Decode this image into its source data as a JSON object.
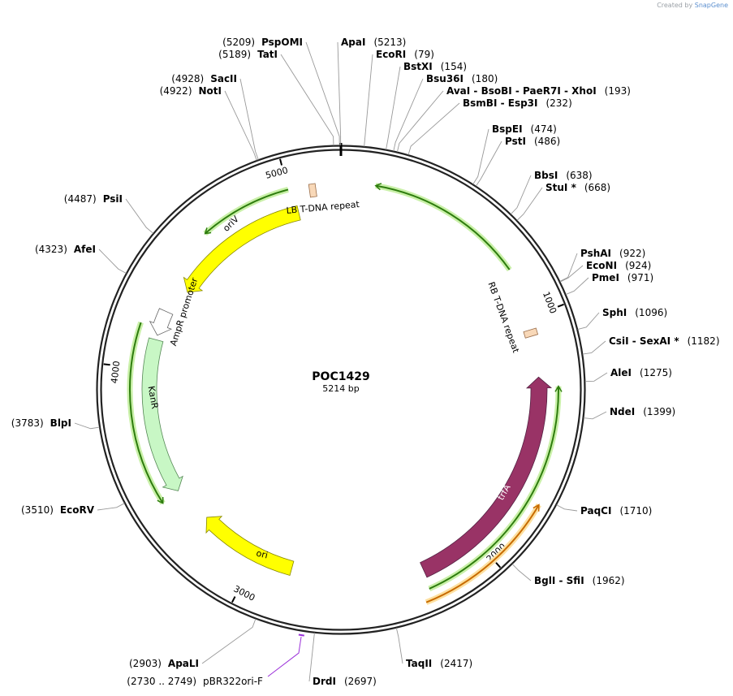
{
  "brand": {
    "prefix": "Created by",
    "name": "SnapGene"
  },
  "plasmid": {
    "name": "POC1429",
    "size_label": "5214 bp",
    "length": 5214
  },
  "ticks": [
    {
      "value": 1000,
      "label": "1000"
    },
    {
      "value": 2000,
      "label": "2000"
    },
    {
      "value": 3000,
      "label": "3000"
    },
    {
      "value": 4000,
      "label": "4000"
    },
    {
      "value": 5000,
      "label": "5000"
    }
  ],
  "sites": [
    {
      "id": "apai",
      "enzymes": "ApaI",
      "pos": "(5213)",
      "bp": 5213,
      "left": false
    },
    {
      "id": "ecori",
      "enzymes": "EcoRI",
      "pos": "(79)",
      "bp": 79,
      "left": false
    },
    {
      "id": "bstxi",
      "enzymes": "BstXI",
      "pos": "(154)",
      "bp": 154,
      "left": false
    },
    {
      "id": "bsu36i",
      "enzymes": "Bsu36I",
      "pos": "(180)",
      "bp": 180,
      "left": false
    },
    {
      "id": "avai",
      "enzymes": "AvaI  - BsoBI  - PaeR7I  - XhoI",
      "pos": "(193)",
      "bp": 193,
      "left": false
    },
    {
      "id": "bsmbi",
      "enzymes": "BsmBI  - Esp3I",
      "pos": "(232)",
      "bp": 232,
      "left": false
    },
    {
      "id": "bspei",
      "enzymes": "BspEI",
      "pos": "(474)",
      "bp": 474,
      "left": false
    },
    {
      "id": "psti",
      "enzymes": "PstI",
      "pos": "(486)",
      "bp": 486,
      "left": false
    },
    {
      "id": "bbsi",
      "enzymes": "BbsI",
      "pos": "(638)",
      "bp": 638,
      "left": false
    },
    {
      "id": "stui",
      "enzymes": "StuI *",
      "pos": "(668)",
      "bp": 668,
      "left": false
    },
    {
      "id": "pshai",
      "enzymes": "PshAI",
      "pos": "(922)",
      "bp": 922,
      "left": false
    },
    {
      "id": "econi",
      "enzymes": "EcoNI",
      "pos": "(924)",
      "bp": 924,
      "left": false
    },
    {
      "id": "pmei",
      "enzymes": "PmeI",
      "pos": "(971)",
      "bp": 971,
      "left": false
    },
    {
      "id": "sphi",
      "enzymes": "SphI",
      "pos": "(1096)",
      "bp": 1096,
      "left": false
    },
    {
      "id": "csii",
      "enzymes": "CsiI  - SexAI *",
      "pos": "(1182)",
      "bp": 1182,
      "left": false
    },
    {
      "id": "alei",
      "enzymes": "AleI",
      "pos": "(1275)",
      "bp": 1275,
      "left": false
    },
    {
      "id": "ndei",
      "enzymes": "NdeI",
      "pos": "(1399)",
      "bp": 1399,
      "left": false
    },
    {
      "id": "paqci",
      "enzymes": "PaqCI",
      "pos": "(1710)",
      "bp": 1710,
      "left": false
    },
    {
      "id": "bgli",
      "enzymes": "BglI  - SfiI",
      "pos": "(1962)",
      "bp": 1962,
      "left": false
    },
    {
      "id": "taqii",
      "enzymes": "TaqII",
      "pos": "(2417)",
      "bp": 2417,
      "left": false
    },
    {
      "id": "drdi",
      "enzymes": "DrdI",
      "pos": "(2697)",
      "bp": 2697,
      "left": false
    },
    {
      "id": "apali",
      "enzymes": "ApaLI",
      "pos": "(2903)",
      "bp": 2903,
      "left": true
    },
    {
      "id": "ecorv",
      "enzymes": "EcoRV",
      "pos": "(3510)",
      "bp": 3510,
      "left": true
    },
    {
      "id": "blpi",
      "enzymes": "BlpI",
      "pos": "(3783)",
      "bp": 3783,
      "left": true
    },
    {
      "id": "afei",
      "enzymes": "AfeI",
      "pos": "(4323)",
      "bp": 4323,
      "left": true
    },
    {
      "id": "psii",
      "enzymes": "PsiI",
      "pos": "(4487)",
      "bp": 4487,
      "left": true
    },
    {
      "id": "noti",
      "enzymes": "NotI",
      "pos": "(4922)",
      "bp": 4922,
      "left": true
    },
    {
      "id": "sacii",
      "enzymes": "SacII",
      "pos": "(4928)",
      "bp": 4928,
      "left": true
    },
    {
      "id": "tati",
      "enzymes": "TatI",
      "pos": "(5189)",
      "bp": 5189,
      "left": true
    },
    {
      "id": "pspomi",
      "enzymes": "PspOMI",
      "pos": "(5209)",
      "bp": 5209,
      "left": true
    }
  ],
  "primer": {
    "label": "pBR322ori-F",
    "range": "(2730 .. 2749)",
    "start": 2730,
    "end": 2749,
    "color": "#9b30d9"
  },
  "features": [
    {
      "id": "orii",
      "label": "oriV",
      "start": 4380,
      "end": 5020,
      "dir": -1,
      "color": "#ffff00",
      "stroke": "#888800"
    },
    {
      "id": "ampr",
      "label": "AmpR promoter",
      "start": 4150,
      "end": 4260,
      "dir": -1,
      "color": "#ffffff",
      "stroke": "#666666"
    },
    {
      "id": "kanr",
      "label": "KanR",
      "start": 3450,
      "end": 4130,
      "dir": -1,
      "color": "#c8f7c5",
      "stroke": "#558855"
    },
    {
      "id": "ori",
      "label": "ori",
      "start": 2830,
      "end": 3280,
      "dir": 1,
      "color": "#ffff00",
      "stroke": "#888800"
    },
    {
      "id": "trfa",
      "label": "trfA",
      "start": 1250,
      "end": 2250,
      "dir": -1,
      "color": "#993366",
      "stroke": "#552244"
    },
    {
      "id": "lb",
      "label": "LB T-DNA repeat",
      "start": 5085,
      "end": 5110,
      "color": "#f8d8b8"
    },
    {
      "id": "rb",
      "label": "RB T-DNA repeat",
      "start": 1050,
      "end": 1075,
      "color": "#f8d8b8"
    }
  ],
  "colors": {
    "backbone": "#222222",
    "green_arc": "#2e7d0e",
    "green_glow": "#c9f0a8",
    "orange_arc": "#c86b00",
    "orange_glow": "#fde0a0"
  }
}
